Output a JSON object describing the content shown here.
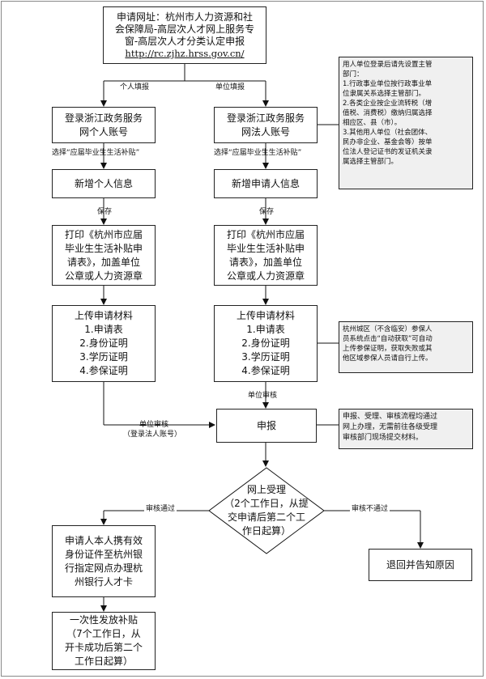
{
  "start": {
    "lines": [
      "申请网址：杭州市人力资源和社",
      "会保障局-高层次人才网上服务专",
      "窗-高层次人才分类认定申报"
    ],
    "url": "http://rc.zjhz.hrss.gov.cn/"
  },
  "branch_labels": {
    "personal": "个人填报",
    "unit": "单位填报"
  },
  "note_top": {
    "lines": [
      "用人单位登录后请先设置主管",
      "部门：",
      "1.行政事业单位按行政事业单",
      "位隶属关系选择主管部门。",
      "2.各类企业按企业流转税（增",
      "值税、消费税）缴纳归属选择",
      "相应区、县（市）。",
      "3.其他用人单位（社会团体、",
      "民办非企业、基金会等）按单",
      "位法人登记证书的发证机关隶",
      "属选择主管部门。"
    ]
  },
  "login_personal": {
    "lines": [
      "登录浙江政务服务",
      "网个人账号"
    ]
  },
  "login_unit": {
    "lines": [
      "登录浙江政务服务",
      "网法人账号"
    ]
  },
  "select_label": "选择“应届毕业生生活补贴”",
  "new_personal": "新增个人信息",
  "new_unit": "新增申请人信息",
  "save_label": "保存",
  "print_personal": {
    "lines": [
      "打印《杭州市应届",
      "毕业生生活补贴申",
      "请表》，加盖单位",
      "公章或人力资源章"
    ]
  },
  "print_unit": {
    "lines": [
      "打印《杭州市应届",
      "毕业生生活补贴申",
      "请表》，加盖单位",
      "公章或人力资源章"
    ]
  },
  "upload_personal": {
    "lines": [
      "上传申请材料",
      "1.申请表",
      "2.身份证明",
      "3.学历证明",
      "4.参保证明"
    ]
  },
  "upload_unit": {
    "lines": [
      "上传申请材料",
      "1.申请表",
      "2.身份证明",
      "3.学历证明",
      "4.参保证明"
    ]
  },
  "note_mid": {
    "lines": [
      "杭州城区（不含临安）参保人",
      "员系统点击“自动获取”可自动",
      "上传参保证明，获取失败或其",
      "他区域参保人员请自行上传。"
    ]
  },
  "unit_review": "单位审核",
  "unit_review_left": {
    "line1": "单位审核",
    "line2": "（登录法人账号）"
  },
  "submit": "申报",
  "note_submit": {
    "lines": [
      "申报、受理、审核流程均通过",
      "网上办理，无需前往各级受理",
      "审核部门现场提交材料。"
    ]
  },
  "online": {
    "lines": [
      "网上受理",
      "（2个工作日，从提",
      "交申请后第二个工",
      "作日起算）"
    ]
  },
  "pass_label": "审核通过",
  "fail_label": "审核不通过",
  "bank": {
    "lines": [
      "申请人本人携有效",
      "身份证件至杭州银",
      "行指定网点办理杭",
      "州银行人才卡"
    ]
  },
  "reject": "退回并告知原因",
  "payout": {
    "lines": [
      "一次性发放补贴",
      "（7个工作日，从",
      "开卡成功后第二个",
      "工作日起算）"
    ]
  }
}
